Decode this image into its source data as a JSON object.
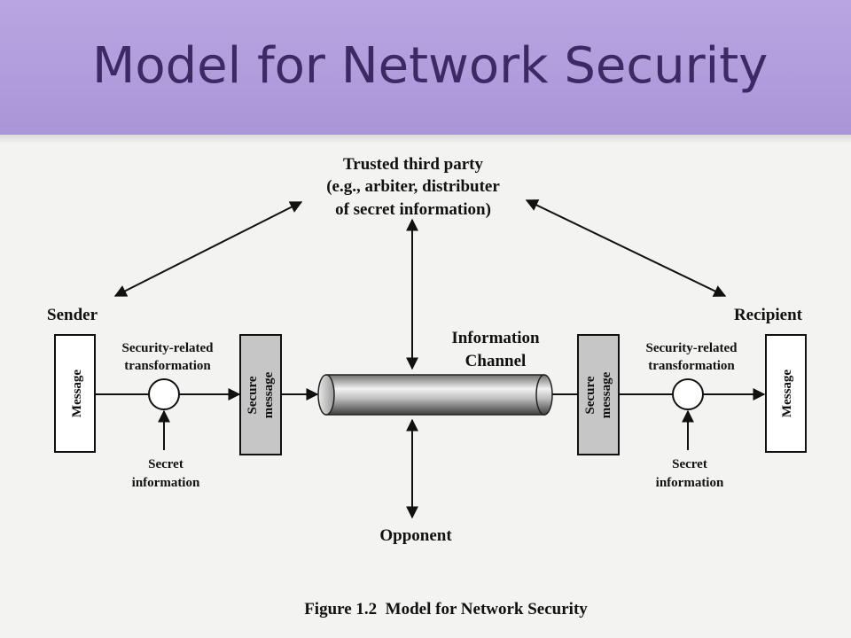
{
  "slide": {
    "title": "Model for Network Security"
  },
  "diagram": {
    "trusted_party": [
      "Trusted third party",
      "(e.g., arbiter, distributer",
      "of secret information)"
    ],
    "sender_label": "Sender",
    "recipient_label": "Recipient",
    "channel_label": [
      "Information",
      "Channel"
    ],
    "opponent_label": "Opponent",
    "left": {
      "message": "Message",
      "transformation": [
        "Security-related",
        "transformation"
      ],
      "secure_message": [
        "Secure",
        "message"
      ],
      "secret_info": [
        "Secret",
        "information"
      ]
    },
    "right": {
      "message": "Message",
      "transformation": [
        "Security-related",
        "transformation"
      ],
      "secure_message": [
        "Secure",
        "message"
      ],
      "secret_info": [
        "Secret",
        "information"
      ]
    },
    "caption": "Figure 1.2  Model for Network Security"
  },
  "colors": {
    "header_bg": "#ad9bdc",
    "title_text": "#3b2a63",
    "secure_box_fill": "#c6c6c6"
  }
}
